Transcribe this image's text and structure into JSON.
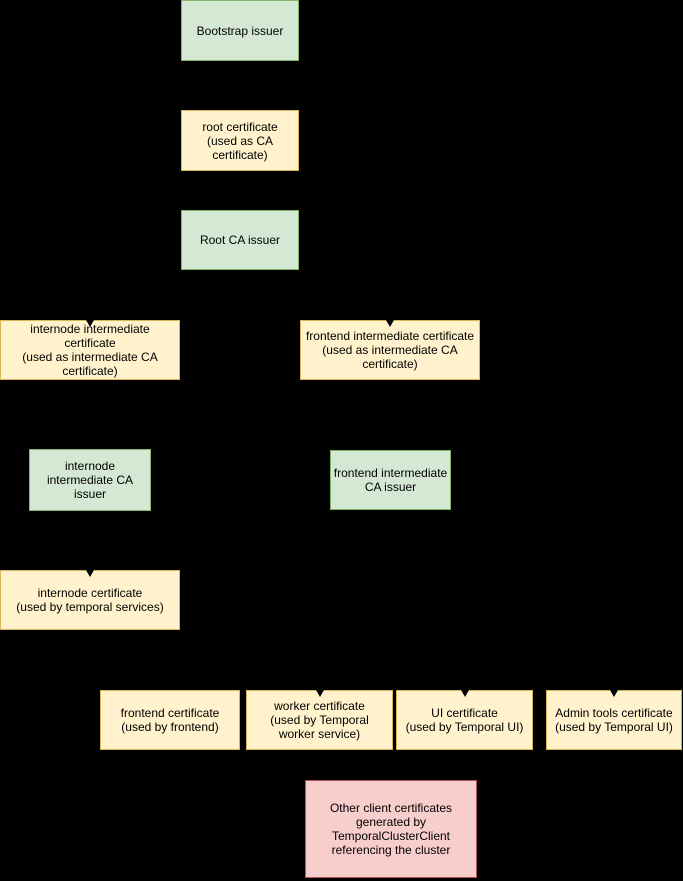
{
  "diagram": {
    "background_color": "#000000",
    "text_color": "#000000",
    "node_styles": {
      "issuer": {
        "fill": "#d5e8d4",
        "stroke": "#82b366"
      },
      "certificate": {
        "fill": "#fff2cc",
        "stroke": "#d6b656"
      },
      "client_certificates": {
        "fill": "#f8cecc",
        "stroke": "#b85450"
      }
    },
    "visible_arrowheads_on": [
      "internode-intermediate-certificate",
      "frontend-intermediate-certificate",
      "internode-certificate",
      "worker-certificate",
      "ui-certificate",
      "admin-tools-certificate"
    ],
    "nodes": [
      {
        "id": "bootstrap-issuer",
        "type": "issuer",
        "label": "Bootstrap issuer"
      },
      {
        "id": "root-certificate",
        "type": "certificate",
        "label": "root certificate\n(used as CA\ncertificate)"
      },
      {
        "id": "root-ca-issuer",
        "type": "issuer",
        "label": "Root CA issuer"
      },
      {
        "id": "internode-intermediate-certificate",
        "type": "certificate",
        "label": "internode intermediate certificate\n(used as intermediate CA\ncertificate)"
      },
      {
        "id": "frontend-intermediate-certificate",
        "type": "certificate",
        "label": "frontend intermediate certificate\n(used as intermediate CA\ncertificate)"
      },
      {
        "id": "internode-intermediate-ca-issuer",
        "type": "issuer",
        "label": "internode\nintermediate CA\nissuer"
      },
      {
        "id": "frontend-intermediate-ca-issuer",
        "type": "issuer",
        "label": "frontend intermediate\nCA issuer"
      },
      {
        "id": "internode-certificate",
        "type": "certificate",
        "label": "internode certificate\n(used by temporal services)"
      },
      {
        "id": "frontend-certificate",
        "type": "certificate",
        "label": "frontend certificate\n(used by frontend)"
      },
      {
        "id": "worker-certificate",
        "type": "certificate",
        "label": "worker certificate\n(used by Temporal\nworker service)"
      },
      {
        "id": "ui-certificate",
        "type": "certificate",
        "label": "UI certificate\n(used by Temporal UI)"
      },
      {
        "id": "admin-tools-certificate",
        "type": "certificate",
        "label": "Admin tools certificate\n(used by Temporal UI)"
      },
      {
        "id": "other-client-certificates",
        "type": "client_certificates",
        "label": "Other client certificates\ngenerated by\nTemporalClusterClient\nreferencing the cluster"
      }
    ]
  }
}
